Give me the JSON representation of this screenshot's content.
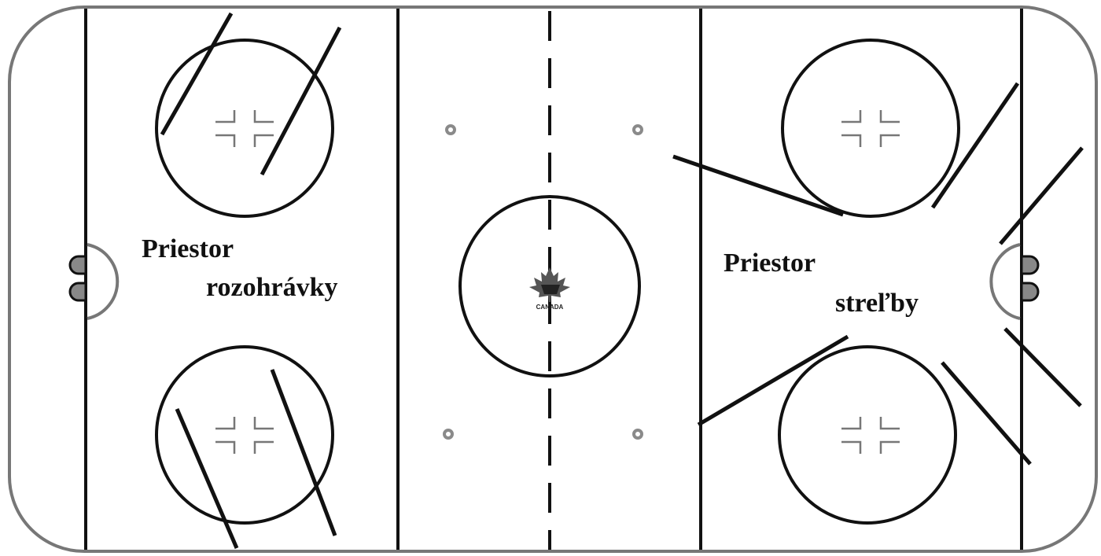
{
  "diagram": {
    "type": "ice-hockey-rink",
    "colors": {
      "lines": "#111111",
      "board": "#777777",
      "faceoff_dots": "#8a8a8a",
      "hash_marks": "#777777",
      "background": "#ffffff"
    }
  },
  "labels": {
    "left_zone": {
      "line1": "Priestor",
      "line2": "rozohrávky"
    },
    "right_zone": {
      "line1": "Priestor",
      "line2": "streľby"
    }
  },
  "logo": {
    "name": "hockey-canada-maple-leaf-logo",
    "text": "CANADA"
  }
}
